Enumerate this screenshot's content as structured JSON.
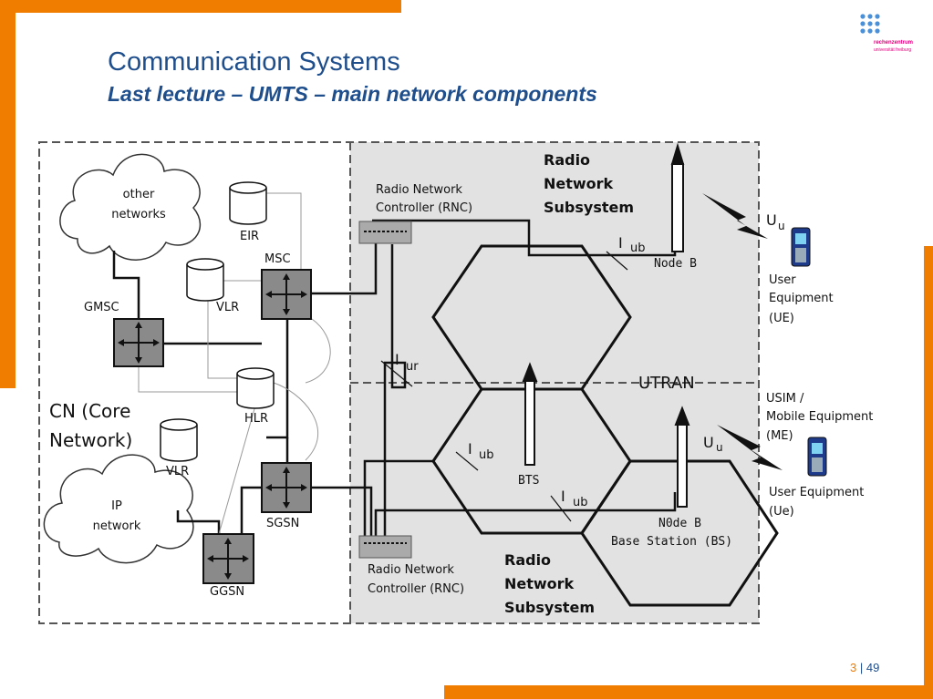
{
  "header": {
    "title": "Communication Systems",
    "subtitle": "Last lecture – UMTS – main network components"
  },
  "logo": {
    "icon": "rz-dots-logo",
    "line1": "rechenzentrum",
    "line2": "universität freiburg",
    "accent": "#e2007a"
  },
  "footer": {
    "page_current": "3",
    "separator": " | ",
    "page_total": "49"
  },
  "colors": {
    "accent_orange": "#f07d00",
    "title_blue": "#1f4e8c",
    "region_gray": "#e2e2e2",
    "node_gray": "#8a8a8a"
  },
  "diagram": {
    "clouds": {
      "other_networks_1": "other",
      "other_networks_2": "networks",
      "ip_network_1": "IP",
      "ip_network_2": "network"
    },
    "nodes": {
      "eir": "EIR",
      "msc": "MSC",
      "vlr_top": "VLR",
      "gmsc": "GMSC",
      "hlr": "HLR",
      "vlr_bottom": "VLR",
      "sgsn": "SGSN",
      "ggsn": "GGSN"
    },
    "core_network_1": "CN (Core",
    "core_network_2": "Network)",
    "rnc_top_1": "Radio Network",
    "rnc_top_2": "Controller (RNC)",
    "rnc_bottom_1": "Radio Network",
    "rnc_bottom_2": "Controller (RNC)",
    "rns_top": [
      "Radio",
      "Network",
      "Subsystem"
    ],
    "rns_bottom": [
      "Radio",
      "Network",
      "Subsystem"
    ],
    "interfaces": {
      "iub_top": "I",
      "iub_top_sub": "ub",
      "iur": "I",
      "iur_sub": "ur",
      "iub_mid": "I",
      "iub_mid_sub": "ub",
      "iub_bottom": "I",
      "iub_bottom_sub": "ub",
      "uu_top": "U",
      "uu_top_sub": "u",
      "uu_bottom": "U",
      "uu_bottom_sub": "u"
    },
    "node_b_top": "Node B",
    "bts": "BTS",
    "node_b_bottom": "N0de B",
    "base_station": "Base Station (BS)",
    "utran": "UTRAN",
    "user_equipment_top": [
      "User",
      "Equipment",
      "(UE)"
    ],
    "usim": [
      "USIM /",
      "Mobile Equipment",
      "(ME)"
    ],
    "user_equipment_bottom": [
      "User Equipment",
      "(Ue)"
    ]
  }
}
